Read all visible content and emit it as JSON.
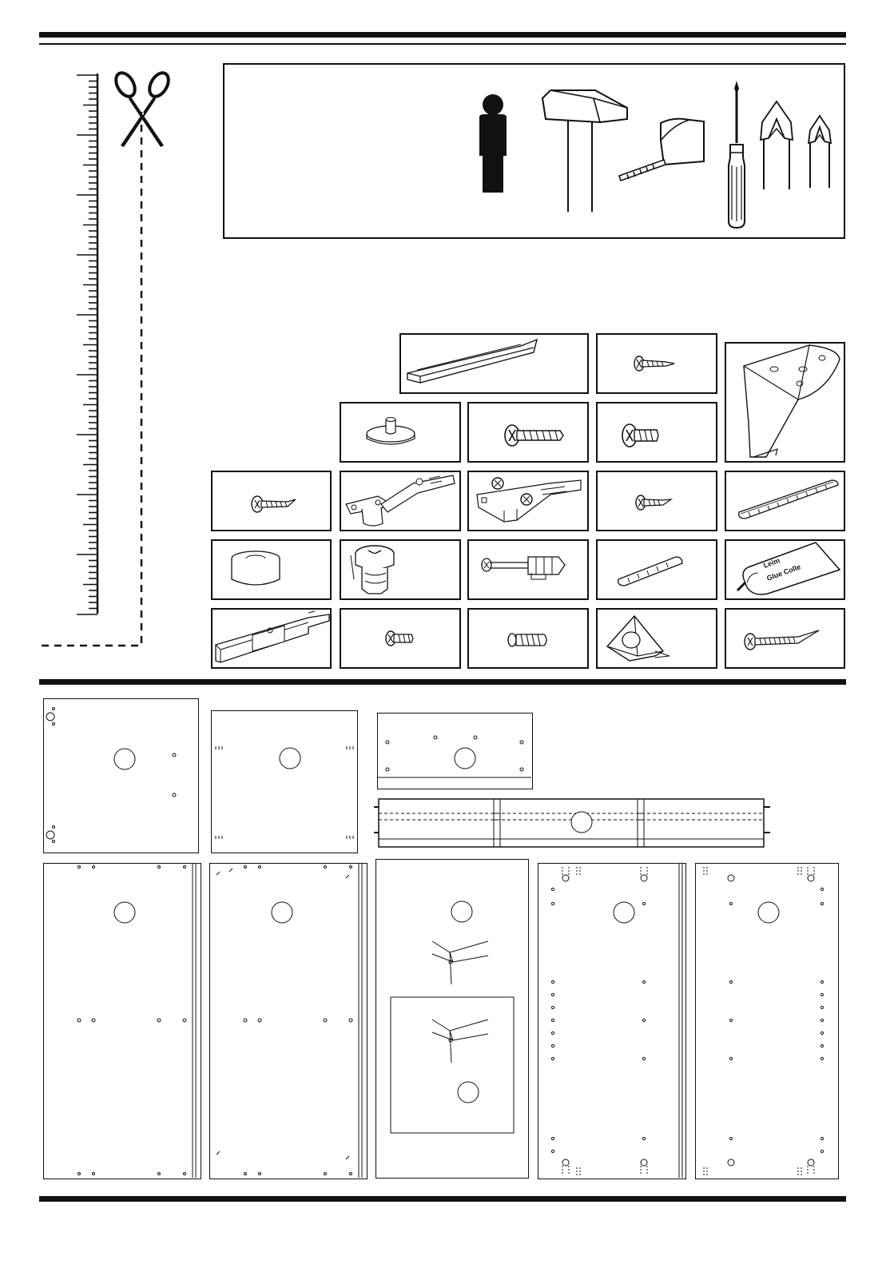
{
  "page": {
    "description_labels_visible": false
  },
  "tools_box": {
    "icons": [
      "person-icon",
      "hammer-icon",
      "tape-measure-icon",
      "phillips-screwdriver-icon",
      "screwdriver-bit-large-icon",
      "screwdriver-bit-small-icon"
    ]
  },
  "hardware": {
    "glue_tube_label_line1": "Leim",
    "glue_tube_label_line2": "Glue Colle",
    "items": [
      "rail-profile",
      "small-screw-a",
      "angle-leg",
      "glide-pad",
      "long-screw",
      "short-wide-screw",
      "screw-b",
      "cabinet-hinge",
      "hinge-mounting-plate",
      "small-screw-c",
      "wooden-dowel-long",
      "spacer-ring",
      "cam-lock",
      "connecting-bolt",
      "wooden-dowel-short",
      "glue-tube",
      "hanging-bracket",
      "small-screw-d",
      "chipboard-screw",
      "corner-block",
      "long-thin-screw"
    ]
  },
  "panels": {
    "items": [
      "top-panel",
      "bottom-panel",
      "shelf-panel",
      "back-rail",
      "left-door",
      "right-door",
      "back-panel",
      "left-side",
      "right-side"
    ]
  }
}
